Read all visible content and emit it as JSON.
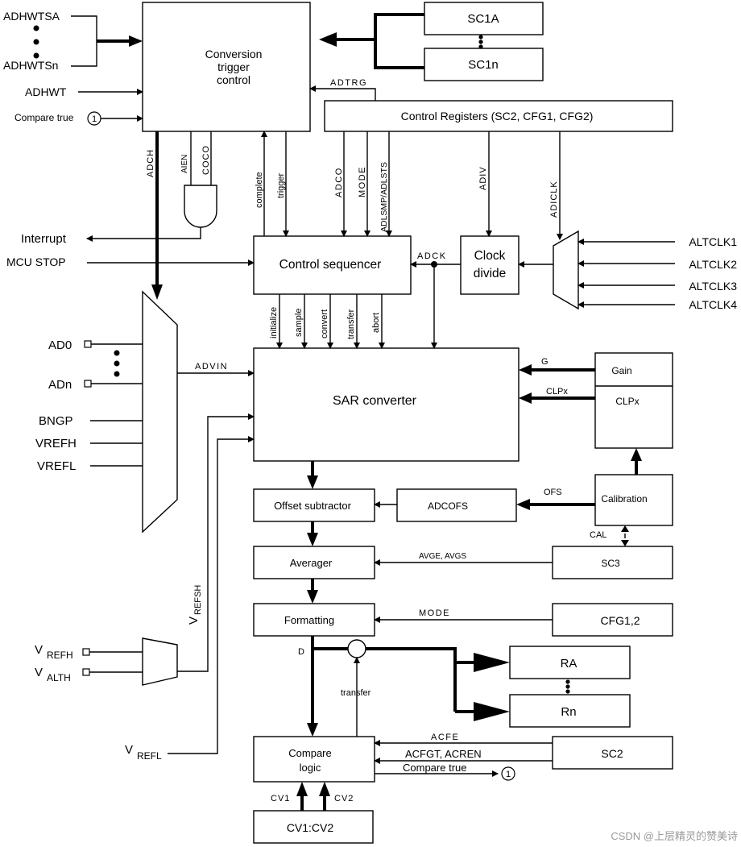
{
  "blocks": {
    "conv_trigger": [
      "Conversion",
      "trigger",
      "control"
    ],
    "sc1a": "SC1A",
    "sc1n": "SC1n",
    "control_registers": "Control Registers (SC2, CFG1, CFG2)",
    "control_sequencer": "Control sequencer",
    "clock_divide": [
      "Clock",
      "divide"
    ],
    "sar": "SAR converter",
    "gain": "Gain",
    "clpx_box": "CLPx",
    "calibration": "Calibration",
    "offset_subtractor": "Offset subtractor",
    "adcofs": "ADCOFS",
    "averager": "Averager",
    "sc3": "SC3",
    "formatting": "Formatting",
    "cfg12": "CFG1,2",
    "ra": "RA",
    "rn": "Rn",
    "compare_logic": [
      "Compare",
      "logic"
    ],
    "sc2": "SC2",
    "cv": "CV1:CV2"
  },
  "inputs": {
    "adhwtsa": "ADHWTSA",
    "adhwtsn": "ADHWTSn",
    "adhwt": "ADHWT",
    "compare_true": "Compare true",
    "interrupt": "Interrupt",
    "mcu_stop": "MCU STOP",
    "ad0": "AD0",
    "adn": "ADn",
    "bngp": "BNGP",
    "vrefh": "VREFH",
    "vrefl": "VREFL",
    "altclk": [
      "ALTCLK1",
      "ALTCLK2",
      "ALTCLK3",
      "ALTCLK4"
    ],
    "v_refh_main": "V",
    "v_refh_sub": "REFH",
    "v_alth_main": "V",
    "v_alth_sub": "ALTH",
    "v_refl_main": "V",
    "v_refl_sub": "REFL",
    "v_refsh_main": "V",
    "v_refsh_sub": "REFSH"
  },
  "signals": {
    "adtrg": "ADTRG",
    "adch": "ADCH",
    "aien": "AIEN",
    "coco": "COCO",
    "complete": "complete",
    "trigger": "trigger",
    "adco": "ADCO",
    "mode": "MODE",
    "adlsmp": "ADLSMP/ADLSTS",
    "adiv": "ADIV",
    "adiclk": "ADICLK",
    "adck": "ADCK",
    "initialize": "initialize",
    "sample": "sample",
    "convert": "convert",
    "transfer": "transfer",
    "abort": "abort",
    "advin": "ADVIN",
    "g": "G",
    "clpx": "CLPx",
    "ofs": "OFS",
    "cal": "CAL",
    "avge": "AVGE, AVGS",
    "mode2": "MODE",
    "d": "D",
    "transfer2": "transfer",
    "acfe": "ACFE",
    "acfgt": "ACFGT, ACREN",
    "compare_true2": "Compare true",
    "cv1": "CV1",
    "cv2": "CV2",
    "circle_one": "1"
  },
  "watermark": "CSDN @上层精灵的赞美诗"
}
